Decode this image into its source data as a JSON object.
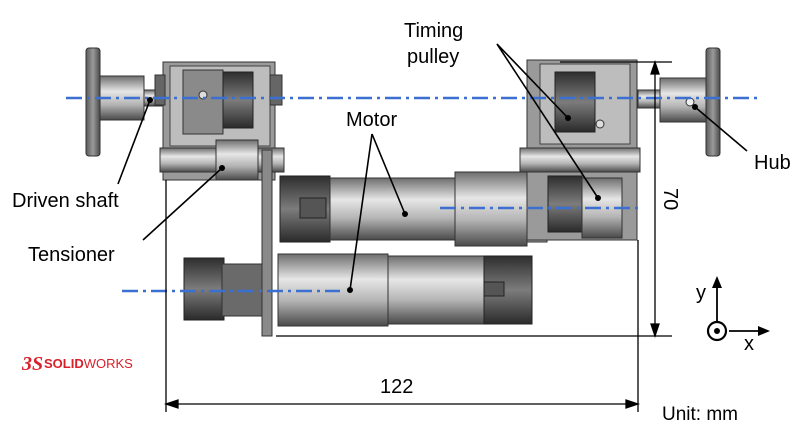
{
  "labels": {
    "timing_pulley_line1": "Timing",
    "timing_pulley_line2": "pulley",
    "motor": "Motor",
    "hub": "Hub",
    "driven_shaft": "Driven shaft",
    "tensioner": "Tensioner"
  },
  "dimensions": {
    "height": "70",
    "width": "122",
    "unit_note": "Unit: mm"
  },
  "axes": {
    "x": "x",
    "y": "y"
  },
  "logo": {
    "prefix": "SOLID",
    "suffix": "WORKS"
  },
  "colors": {
    "centerline": "#3b6fd1",
    "metal_dark": "#3c3c3c",
    "metal_mid": "#7a7a7a",
    "metal_light": "#c8c8c8",
    "logo_red": "#d8202a"
  }
}
